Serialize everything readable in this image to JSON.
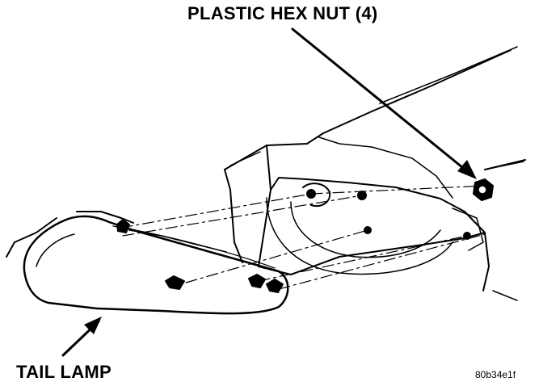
{
  "labels": {
    "hex_nut": "PLASTIC HEX NUT (4)",
    "tail_lamp": "TAIL LAMP",
    "figure_id": "80b34e1f"
  }
}
